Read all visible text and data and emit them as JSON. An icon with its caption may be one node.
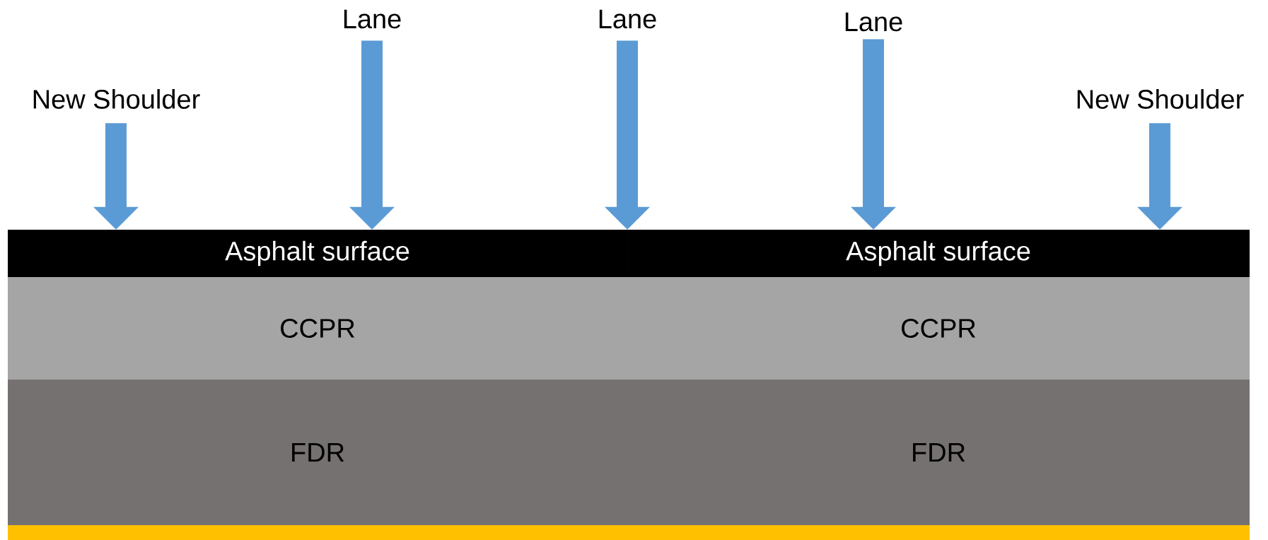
{
  "diagram": {
    "nodes": [
      {
        "text": [
          "New Shoulder"
        ]
      },
      {
        "text": [
          "Lane"
        ]
      },
      {
        "text": [
          "Lane"
        ]
      },
      {
        "text": [
          "Lane"
        ]
      },
      {
        "text": [
          "New Shoulder"
        ]
      },
      {
        "text": [
          "Asphalt surface"
        ]
      },
      {
        "text": [
          "Asphalt surface"
        ]
      },
      {
        "text": [
          "CCPR"
        ]
      },
      {
        "text": [
          "CCPR"
        ]
      },
      {
        "text": [
          "FDR"
        ]
      },
      {
        "text": [
          "FDR"
        ]
      },
      {
        "text": [],
        "shape": "bar"
      }
    ],
    "edges": [
      {
        "from": 0,
        "to": 5,
        "arrow": "to"
      },
      {
        "from": 1,
        "to": 5,
        "arrow": "to"
      },
      {
        "from": 2,
        "to": 5,
        "arrow": "to"
      },
      {
        "from": 3,
        "to": 6,
        "arrow": "to"
      },
      {
        "from": 4,
        "to": 6,
        "arrow": "to"
      }
    ]
  }
}
